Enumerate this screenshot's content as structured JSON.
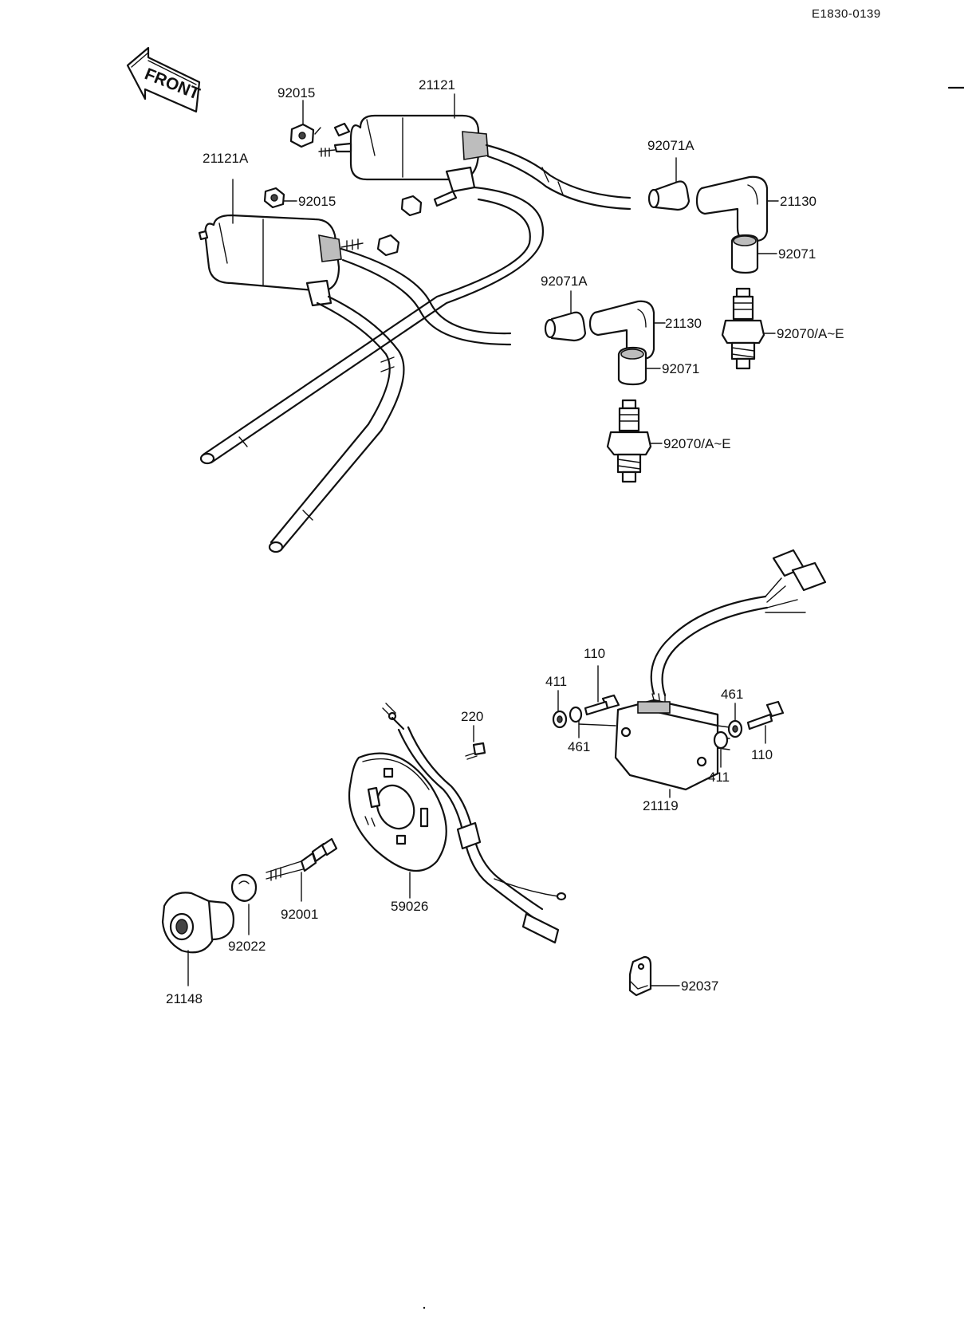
{
  "diagram": {
    "code": "E1830-0139",
    "direction_label": "FRONT"
  },
  "parts": {
    "p21121": "21121",
    "p21121A": "21121A",
    "p92015_a": "92015",
    "p92015_b": "92015",
    "p92071A_a": "92071A",
    "p92071A_b": "92071A",
    "p21130_a": "21130",
    "p21130_b": "21130",
    "p92071_a": "92071",
    "p92071_b": "92071",
    "p92070_a": "92070/A~E",
    "p92070_b": "92070/A~E",
    "p110_a": "110",
    "p110_b": "110",
    "p411_a": "411",
    "p411_b": "411",
    "p461_a": "461",
    "p461_b": "461",
    "p220": "220",
    "p21119": "21119",
    "p59026": "59026",
    "p92001": "92001",
    "p92022": "92022",
    "p21148": "21148",
    "p92037": "92037"
  }
}
